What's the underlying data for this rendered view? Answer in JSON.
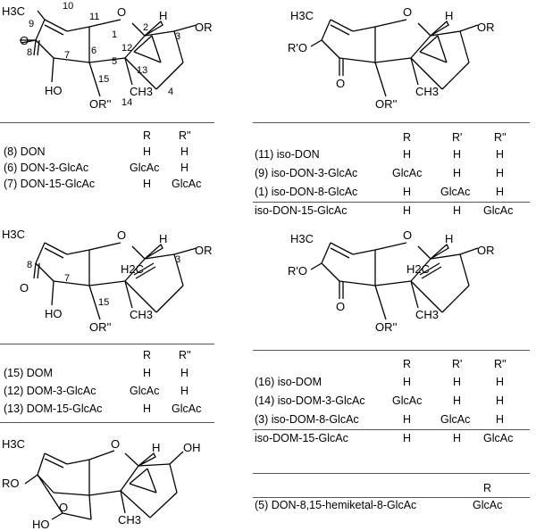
{
  "structures": {
    "don": {
      "atoms": {
        "o_ring": "O",
        "o_keto": "O",
        "h_bridge": "H",
        "or3": "OR",
        "ho7": "HO",
        "or15": "OR''",
        "ch3_13": "CH3",
        "h3c": "H3C"
      },
      "numbers": [
        "10",
        "9",
        "11",
        "8",
        "7",
        "6",
        "1",
        "2",
        "3",
        "12",
        "5",
        "13",
        "15",
        "4",
        "14"
      ]
    },
    "isodon": {
      "atoms": {
        "h3c": "H3C",
        "o_ring": "O",
        "h_bridge": "H",
        "or3": "OR",
        "r_o": "R'O",
        "o_keto": "O",
        "or15": "OR''",
        "ch3": "CH3"
      }
    },
    "dom": {
      "atoms": {
        "h3c": "H3C",
        "o_ring": "O",
        "h_bridge": "H",
        "or3": "OR",
        "o_keto": "O",
        "ho": "HO",
        "or15": "OR''",
        "ch3": "CH3",
        "h2c": "H2C"
      },
      "numbers": [
        "3",
        "8",
        "7",
        "15"
      ]
    },
    "isodom": {
      "atoms": {
        "h3c": "H3C",
        "o_ring": "O",
        "h_bridge": "H",
        "or3": "OR",
        "r_o": "R'O",
        "o_keto": "O",
        "or15": "OR''",
        "ch3": "CH3",
        "h2c": "H2C"
      }
    },
    "hemiketal": {
      "atoms": {
        "h3c": "H3C",
        "o_ring": "O",
        "h_bridge": "H",
        "oh": "OH",
        "ro": "RO",
        "o_bridge": "O",
        "ho": "HO",
        "ch3": "CH3"
      }
    }
  },
  "tables": {
    "don": {
      "headers": [
        "R",
        "R''"
      ],
      "rows": [
        {
          "name": "(8) DON",
          "values": [
            "H",
            "H"
          ]
        },
        {
          "name": "(6) DON-3-GlcAc",
          "values": [
            "GlcAc",
            "H"
          ]
        },
        {
          "name": "(7) DON-15-GlcAc",
          "values": [
            "H",
            "GlcAc"
          ]
        }
      ]
    },
    "isodon": {
      "headers": [
        "R",
        "R'",
        "R''"
      ],
      "rows": [
        {
          "name": "(11) iso-DON",
          "values": [
            "H",
            "H",
            "H"
          ]
        },
        {
          "name": "(9) iso-DON-3-GlcAc",
          "values": [
            "GlcAc",
            "H",
            "H"
          ]
        },
        {
          "name": "(1) iso-DON-8-GlcAc",
          "values": [
            "H",
            "GlcAc",
            "H"
          ]
        },
        {
          "name": "iso-DON-15-GlcAc",
          "values": [
            "H",
            "H",
            "GlcAc"
          ]
        }
      ]
    },
    "dom": {
      "headers": [
        "R",
        "R''"
      ],
      "rows": [
        {
          "name": "(15) DOM",
          "values": [
            "H",
            "H"
          ]
        },
        {
          "name": "(12) DOM-3-GlcAc",
          "values": [
            "GlcAc",
            "H"
          ]
        },
        {
          "name": "(13) DOM-15-GlcAc",
          "values": [
            "H",
            "GlcAc"
          ]
        }
      ]
    },
    "isodom": {
      "headers": [
        "R",
        "R'",
        "R''"
      ],
      "rows": [
        {
          "name": "(16) iso-DOM",
          "values": [
            "H",
            "H",
            "H"
          ]
        },
        {
          "name": "(14) iso-DOM-3-GlcAc",
          "values": [
            "GlcAc",
            "H",
            "H"
          ]
        },
        {
          "name": "(3) iso-DOM-8-GlcAc",
          "values": [
            "H",
            "GlcAc",
            "H"
          ]
        },
        {
          "name": "iso-DOM-15-GlcAc",
          "values": [
            "H",
            "H",
            "GlcAc"
          ]
        }
      ]
    },
    "hemiketal": {
      "headers": [
        "R"
      ],
      "rows": [
        {
          "name": "(5) DON-8,15-hemiketal-8-GlcAc",
          "values": [
            "GlcAc"
          ]
        }
      ]
    }
  }
}
